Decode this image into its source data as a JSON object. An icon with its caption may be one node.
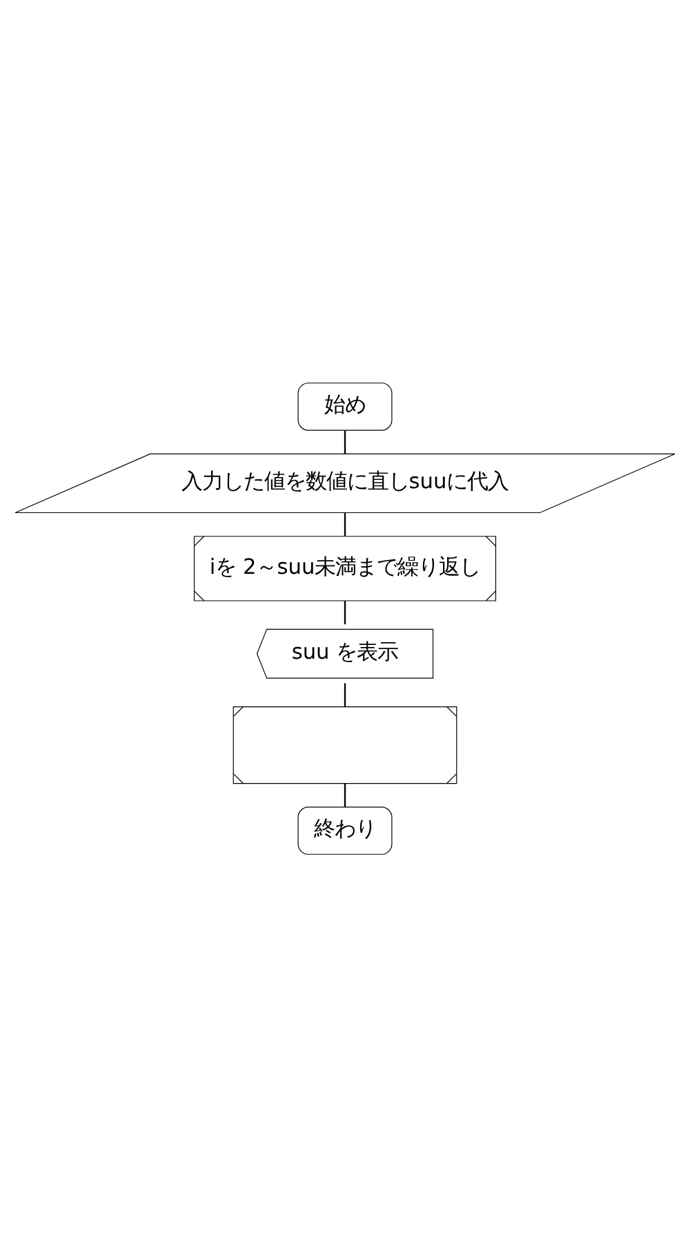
{
  "diagram": {
    "nodes": [
      {
        "text": [
          "始め"
        ]
      },
      {
        "text": [
          "入力した値を数値に直しsuuに代入"
        ]
      },
      {
        "text": [
          "iを 2～suu未満まで繰り返し"
        ]
      },
      {
        "text": [
          "suu を表示"
        ]
      },
      {
        "text": [],
        "shape": "box"
      },
      {
        "text": [
          "終わり"
        ]
      }
    ],
    "edges": [
      {
        "from": 0,
        "to": 1,
        "arrow": "none"
      },
      {
        "from": 1,
        "to": 2,
        "arrow": "none"
      },
      {
        "from": 2,
        "to": 3,
        "arrow": "none"
      },
      {
        "from": 3,
        "to": 4,
        "arrow": "none"
      },
      {
        "from": 4,
        "to": 5,
        "arrow": "none"
      }
    ]
  }
}
